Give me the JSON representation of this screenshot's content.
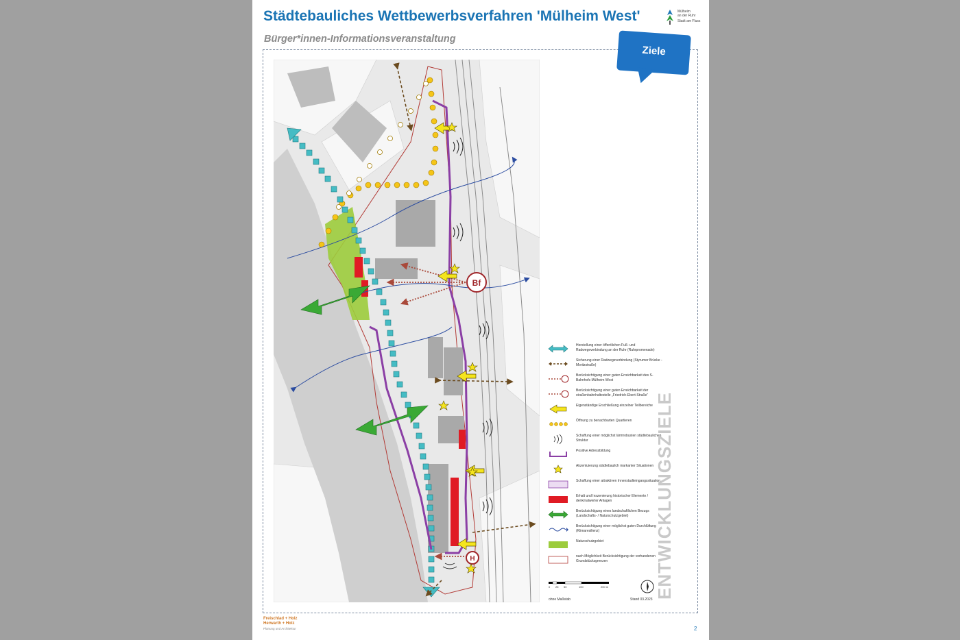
{
  "header": {
    "title": "Städtebauliches Wettbewerbsverfahren 'Mülheim West'",
    "subtitle": "Bürger*innen-Informationsveranstaltung",
    "badge": "Ziele"
  },
  "logo": {
    "line1": "Mülheim",
    "line2": "an der Ruhr",
    "line3": "Stadt am Fluss"
  },
  "map": {
    "station_label": "Bf",
    "stop_label": "H"
  },
  "legend": [
    {
      "icon": "double-arrow-teal",
      "text": "Herstellung einer öffentlichen Fuß- und Radwegeverbindung an der Ruhr (Ruhrpromenade)"
    },
    {
      "icon": "dotted-arrow-brown",
      "text": "Sicherung einer Radwegeverbindung (Styrumer Brücke - Moritzstraße)"
    },
    {
      "icon": "bf-dotted-arrow",
      "text": "Berücksichtigung einer guten Erreichbarkeit des S-Bahnhofs Mülheim West"
    },
    {
      "icon": "h-dotted-arrow",
      "text": "Berücksichtigung einer guten Erreichbarkeit der straßenbahnhaltestelle „Friedrich-Ebert-Straße“"
    },
    {
      "icon": "yellow-arrow",
      "text": "Eigenständige Erschließung einzelner Teilbereiche"
    },
    {
      "icon": "circle-dots",
      "text": "Öffnung zu benachbarten Quartieren"
    },
    {
      "icon": "noise-waves",
      "text": "Schaffung einer möglichst lärmrobusten städtebaulichen Struktur"
    },
    {
      "icon": "purple-bracket",
      "text": "Positive Adressbildung"
    },
    {
      "icon": "star",
      "text": "Akzentuierung städtebaulich markanter Situationen"
    },
    {
      "icon": "lilac-box",
      "text": "Schaffung einer attraktiven Innenstadteingangssituation"
    },
    {
      "icon": "red-box",
      "text": "Erhalt und Inszenierung historischer Elemente / denkmalwerter Anlagen"
    },
    {
      "icon": "green-arrow",
      "text": "Berücksichtigung eines landschaftlichen Bezugs (Landschafts- / Naturschutzgebiet)"
    },
    {
      "icon": "blue-wave",
      "text": "Berücksichtigung einer möglichst guten Durchlüftung (Klimaresilienz)"
    },
    {
      "icon": "green-box",
      "text": "Naturschutzgebiet"
    },
    {
      "icon": "red-outline",
      "text": "nach Möglichkeit Berücksichtigung der vorhandenen Grundstücksgrenzen"
    }
  ],
  "scale": {
    "ticks": [
      "0",
      "25",
      "50",
      "100",
      "200 m"
    ],
    "note": "ohne Maßstab",
    "date": "Stand 03.2023"
  },
  "side_label": "ENTWICKLUNGSZIELE",
  "footer": {
    "line1": "Freischlad + Holz",
    "line2": "Herwarth + Holz",
    "line3": "Planung und Architektur",
    "page": "2"
  },
  "colors": {
    "title_blue": "#1a74b4",
    "badge_blue": "#1f73c4",
    "teal": "#45bcc4",
    "purple": "#8b3fa5",
    "red": "#e01b24",
    "green": "#9ccc3c",
    "yellow": "#f5c518",
    "brown": "#6b4b1f",
    "river": "#c8c8c8",
    "building": "#a9a9a9"
  }
}
